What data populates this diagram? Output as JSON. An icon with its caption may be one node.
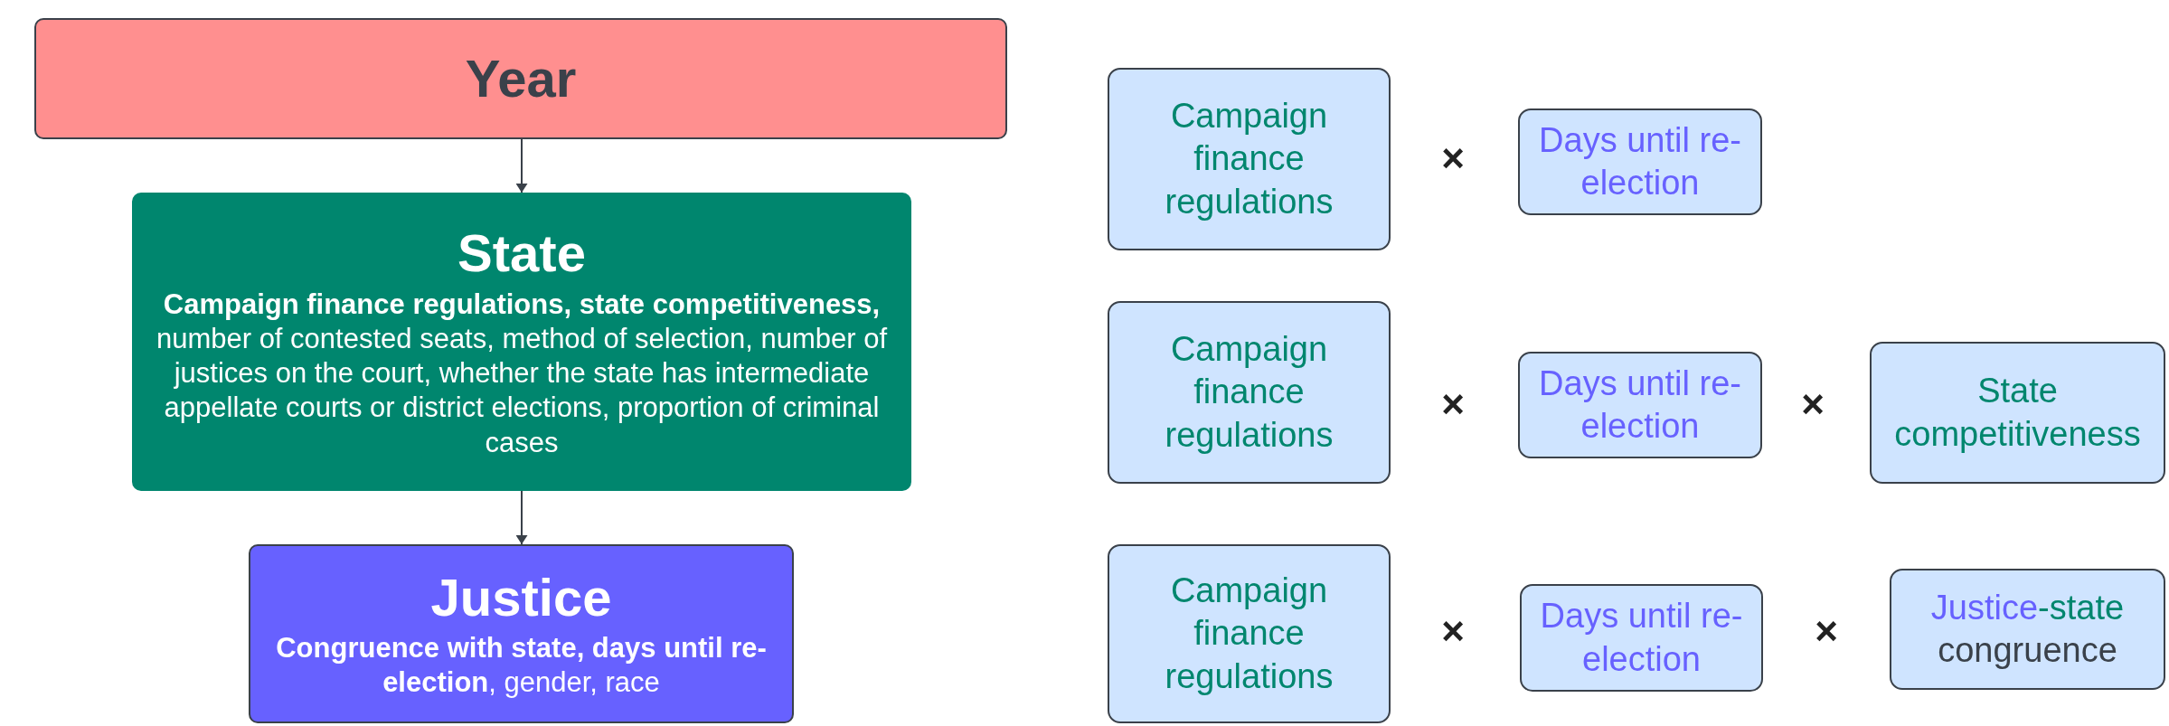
{
  "diagram": {
    "nodes": [
      {
        "text": [
          "Year"
        ]
      },
      {
        "text": [
          "State",
          "**Campaign finance regulations, state competitiveness,** number of contested seats, method of selection, number of justices on the court, whether the state has intermediate appellate courts or district elections, proportion of criminal cases"
        ]
      },
      {
        "text": [
          "Justice",
          "**Congruence with state, days until re-election**, gender, race"
        ]
      },
      {
        "text": [
          "Campaign finance regulations"
        ]
      },
      {
        "text": [
          "Days until re-election"
        ]
      },
      {
        "text": [
          "Campaign finance regulations"
        ]
      },
      {
        "text": [
          "Days until re-election"
        ]
      },
      {
        "text": [
          "State competitiveness"
        ]
      },
      {
        "text": [
          "Campaign finance regulations"
        ]
      },
      {
        "text": [
          "Days until re-election"
        ]
      },
      {
        "text": [
          "Justice-state congruence"
        ]
      }
    ],
    "edges": [
      {
        "from": 0,
        "to": 1,
        "arrow": "to"
      },
      {
        "from": 1,
        "to": 2,
        "arrow": "to"
      }
    ],
    "labels": [
      "×",
      "×",
      "×",
      "×",
      "×"
    ]
  }
}
